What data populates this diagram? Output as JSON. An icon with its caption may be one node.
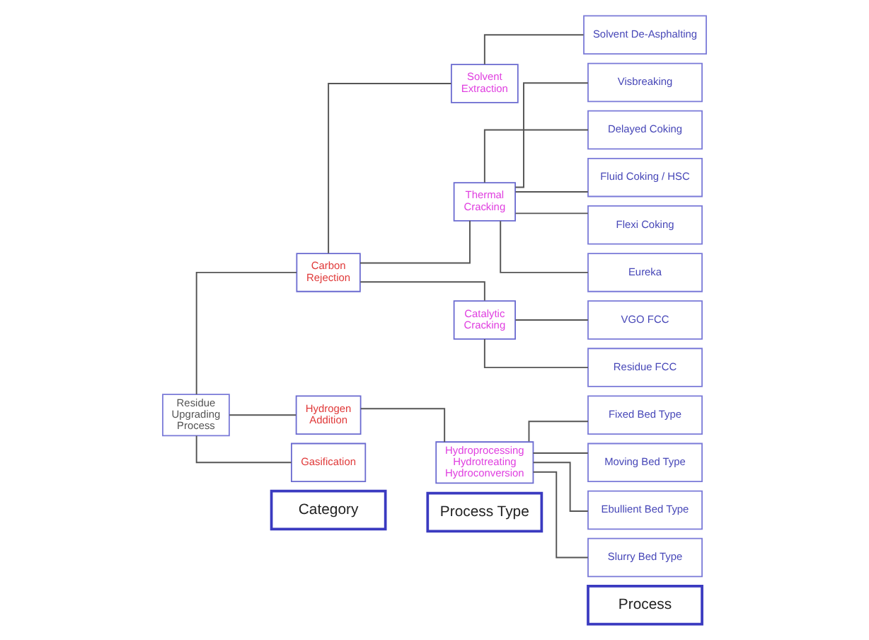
{
  "diagram": {
    "nodes": [
      {
        "text": [
          "Category"
        ]
      },
      {
        "text": [
          "Process Type"
        ]
      },
      {
        "text": [
          "Process"
        ]
      },
      {
        "text": [
          "Residue Upgrading Process"
        ]
      },
      {
        "text": [
          "Carbon Rejection"
        ]
      },
      {
        "text": [
          "Hydrogen Addition"
        ]
      },
      {
        "text": [
          "Gasification"
        ]
      },
      {
        "text": [
          "Solvent Extraction"
        ]
      },
      {
        "text": [
          "Thermal Cracking"
        ]
      },
      {
        "text": [
          "Catalytic Cracking"
        ]
      },
      {
        "text": [
          "Hydroprocessing Hydrotreating Hydroconversion"
        ]
      },
      {
        "text": [
          "Solvent De-Asphalting"
        ]
      },
      {
        "text": [
          "Visbreaking"
        ]
      },
      {
        "text": [
          "Delayed Coking"
        ]
      },
      {
        "text": [
          "Fluid Coking / HSC"
        ]
      },
      {
        "text": [
          "Flexi Coking"
        ]
      },
      {
        "text": [
          "Eureka"
        ]
      },
      {
        "text": [
          "VGO FCC"
        ]
      },
      {
        "text": [
          "Residue FCC"
        ]
      },
      {
        "text": [
          "Fixed Bed Type"
        ]
      },
      {
        "text": [
          "Moving Bed Type"
        ]
      },
      {
        "text": [
          "Ebullient Bed Type"
        ]
      },
      {
        "text": [
          "Slurry Bed Type"
        ]
      }
    ],
    "edges": [
      {
        "from": 3,
        "to": 4,
        "arrow": "none"
      },
      {
        "from": 3,
        "to": 5,
        "arrow": "none"
      },
      {
        "from": 3,
        "to": 6,
        "arrow": "none"
      },
      {
        "from": 4,
        "to": 7,
        "arrow": "none"
      },
      {
        "from": 4,
        "to": 8,
        "arrow": "none"
      },
      {
        "from": 4,
        "to": 9,
        "arrow": "none"
      },
      {
        "from": 5,
        "to": 10,
        "arrow": "none"
      },
      {
        "from": 7,
        "to": 11,
        "arrow": "none"
      },
      {
        "from": 8,
        "to": 12,
        "arrow": "none"
      },
      {
        "from": 8,
        "to": 13,
        "arrow": "none"
      },
      {
        "from": 8,
        "to": 14,
        "arrow": "none"
      },
      {
        "from": 8,
        "to": 15,
        "arrow": "none"
      },
      {
        "from": 8,
        "to": 16,
        "arrow": "none"
      },
      {
        "from": 9,
        "to": 17,
        "arrow": "none"
      },
      {
        "from": 9,
        "to": 18,
        "arrow": "none"
      },
      {
        "from": 10,
        "to": 19,
        "arrow": "none"
      },
      {
        "from": 10,
        "to": 20,
        "arrow": "none"
      },
      {
        "from": 10,
        "to": 21,
        "arrow": "none"
      },
      {
        "from": 10,
        "to": 22,
        "arrow": "none"
      }
    ]
  }
}
